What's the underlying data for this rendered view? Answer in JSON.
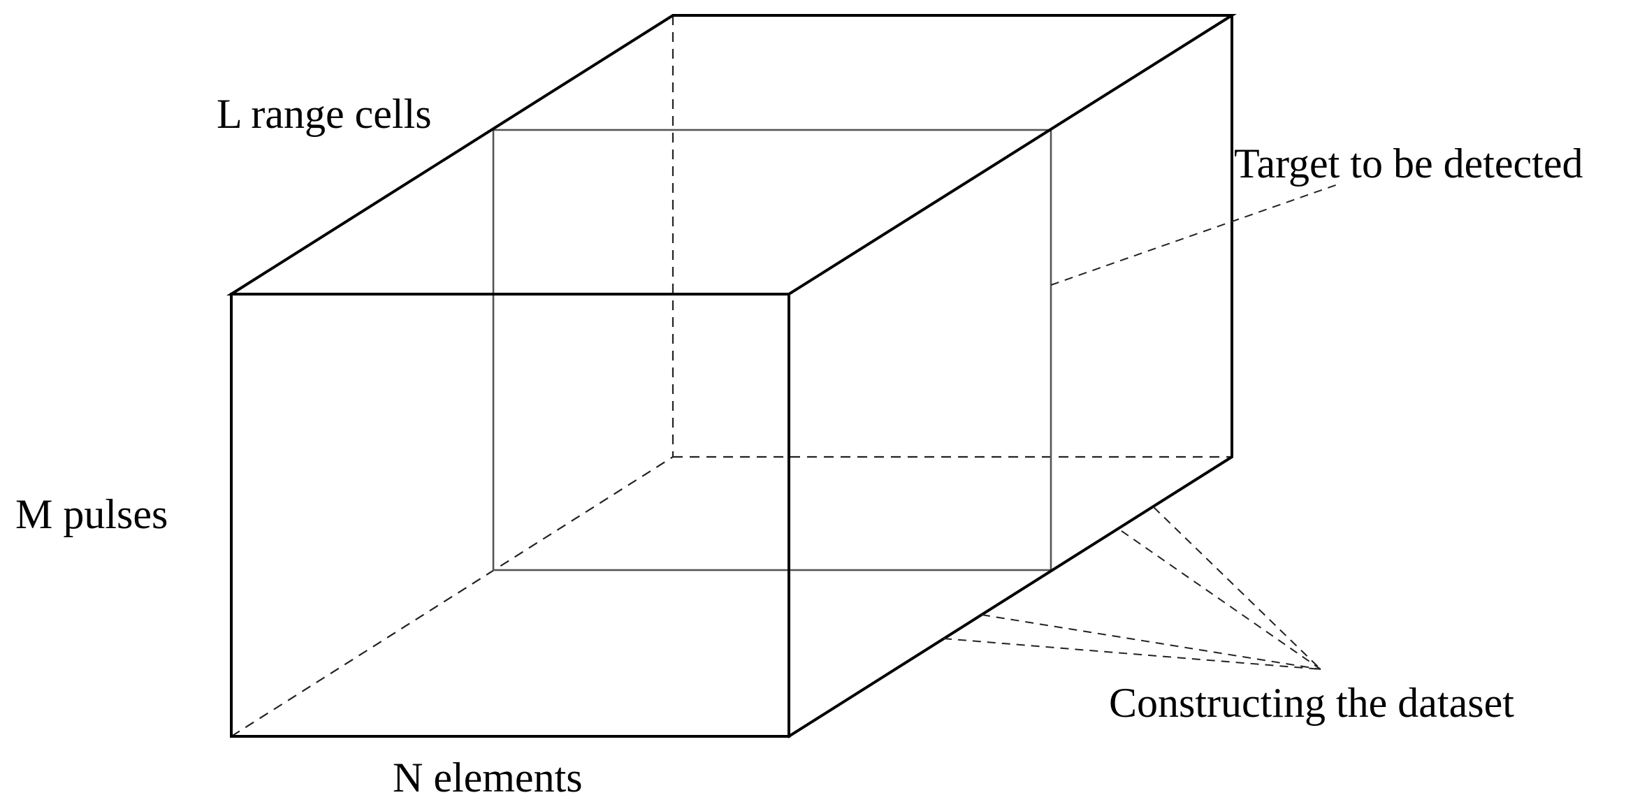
{
  "diagram": {
    "labels": {
      "range_cells": "L range cells",
      "pulses": "M pulses",
      "elements": "N elements",
      "target": "Target to be detected",
      "dataset": "Constructing the dataset"
    }
  }
}
